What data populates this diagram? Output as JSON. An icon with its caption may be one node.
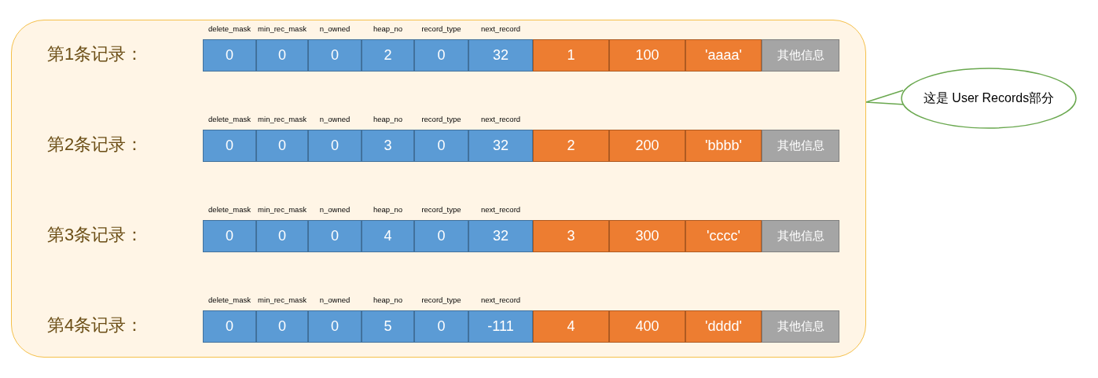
{
  "diagram": {
    "nodes": [
      {
        "text": [],
        "shape": "box"
      },
      {
        "text": [
          "delete_mask",
          "0"
        ],
        "in": 0
      },
      {
        "text": [
          "min_rec_mask",
          "0"
        ],
        "in": 0
      },
      {
        "text": [
          "n_owned",
          "0"
        ],
        "in": 0
      },
      {
        "text": [
          "heap_no",
          "2"
        ],
        "in": 0
      },
      {
        "text": [
          "record_type",
          "0"
        ],
        "in": 0
      },
      {
        "text": [
          "next_record",
          "32"
        ],
        "in": 0
      },
      {
        "text": [
          "1"
        ],
        "in": 0
      },
      {
        "text": [
          "100"
        ],
        "in": 0
      },
      {
        "text": [
          "'aaaa'"
        ],
        "in": 0
      },
      {
        "text": [
          "其他信息"
        ],
        "in": 0
      },
      {
        "text": [
          "delete_mask",
          "0"
        ],
        "in": 0
      },
      {
        "text": [
          "min_rec_mask",
          "0"
        ],
        "in": 0
      },
      {
        "text": [
          "n_owned",
          "0"
        ],
        "in": 0
      },
      {
        "text": [
          "heap_no",
          "3"
        ],
        "in": 0
      },
      {
        "text": [
          "record_type",
          "0"
        ],
        "in": 0
      },
      {
        "text": [
          "next_record",
          "32"
        ],
        "in": 0
      },
      {
        "text": [
          "2"
        ],
        "in": 0
      },
      {
        "text": [
          "200"
        ],
        "in": 0
      },
      {
        "text": [
          "'bbbb'"
        ],
        "in": 0
      },
      {
        "text": [
          "其他信息"
        ],
        "in": 0
      },
      {
        "text": [
          "delete_mask",
          "0"
        ],
        "in": 0
      },
      {
        "text": [
          "min_rec_mask",
          "0"
        ],
        "in": 0
      },
      {
        "text": [
          "n_owned",
          "0"
        ],
        "in": 0
      },
      {
        "text": [
          "heap_no",
          "4"
        ],
        "in": 0
      },
      {
        "text": [
          "record_type",
          "0"
        ],
        "in": 0
      },
      {
        "text": [
          "next_record",
          "32"
        ],
        "in": 0
      },
      {
        "text": [
          "3"
        ],
        "in": 0
      },
      {
        "text": [
          "300"
        ],
        "in": 0
      },
      {
        "text": [
          "'cccc'"
        ],
        "in": 0
      },
      {
        "text": [
          "其他信息"
        ],
        "in": 0
      },
      {
        "text": [
          "delete_mask",
          "0"
        ],
        "in": 0
      },
      {
        "text": [
          "min_rec_mask",
          "0"
        ],
        "in": 0
      },
      {
        "text": [
          "n_owned",
          "0"
        ],
        "in": 0
      },
      {
        "text": [
          "heap_no",
          "5"
        ],
        "in": 0
      },
      {
        "text": [
          "record_type",
          "0"
        ],
        "in": 0
      },
      {
        "text": [
          "next_record",
          "-111"
        ],
        "in": 0
      },
      {
        "text": [
          "4"
        ],
        "in": 0
      },
      {
        "text": [
          "400"
        ],
        "in": 0
      },
      {
        "text": [
          "'dddd'"
        ],
        "in": 0
      },
      {
        "text": [
          "其他信息"
        ],
        "in": 0
      },
      {
        "text": [
          "这是 User Records部分"
        ]
      }
    ],
    "edges": [
      {
        "from": 41,
        "to": 0,
        "arrow": "none"
      }
    ],
    "labels": [
      "第1条记录：",
      "第2条记录：",
      "第3条记录：",
      "第4条记录："
    ]
  }
}
